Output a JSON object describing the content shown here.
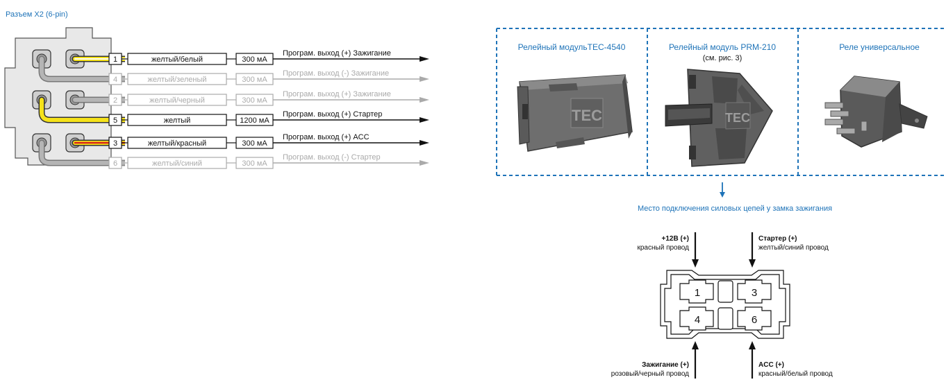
{
  "connector": {
    "title": "Разъем  X2 (6-pin)",
    "rows": [
      {
        "pin": "1",
        "wire": "желтый/белый",
        "current": "300 мА",
        "label": "Програм. выход (+) Зажигание",
        "active": true,
        "wire_color": "#f5e21a",
        "stripe_color": "#ffffff"
      },
      {
        "pin": "4",
        "wire": "желтый/зеленый",
        "current": "300 мА",
        "label": "Програм. выход (-)  Зажигание",
        "active": false,
        "wire_color": "#aaaaaa",
        "stripe_color": "#cfcfcf"
      },
      {
        "pin": "2",
        "wire": "желтый/черный",
        "current": "300 мА",
        "label": "Програм. выход (+) Зажигание",
        "active": false,
        "wire_color": "#aaaaaa",
        "stripe_color": "#cfcfcf"
      },
      {
        "pin": "5",
        "wire": "желтый",
        "current": "1200 мА",
        "label": "Програм. выход (+)  Стартер",
        "active": true,
        "wire_color": "#f5e21a",
        "stripe_color": "#f5e21a"
      },
      {
        "pin": "3",
        "wire": "желтый/красный",
        "current": "300 мА",
        "label": "Програм. выход (+)  ACC",
        "active": true,
        "wire_color": "#f5e21a",
        "stripe_color": "#d8231c"
      },
      {
        "pin": "6",
        "wire": "желтый/синий",
        "current": "300 мА",
        "label": "Програм. выход (-)  Стартер",
        "active": false,
        "wire_color": "#aaaaaa",
        "stripe_color": "#cfcfcf"
      }
    ]
  },
  "modules": {
    "m1": {
      "title": "Релейный модульTEC-4540"
    },
    "m2": {
      "title": "Релейный модуль PRM-210",
      "subtitle": "(см. рис. 3)"
    },
    "m3": {
      "title": "Реле универсальное"
    },
    "logo_text": "TEC"
  },
  "ignition": {
    "caption": "Место подключения силовых цепей у замка зажигания",
    "pins": [
      "1",
      "3",
      "4",
      "6"
    ],
    "top_left": {
      "title": "+12В (+)",
      "desc": "красный провод"
    },
    "top_right": {
      "title": "Стартер (+)",
      "desc": "желтый/синий провод"
    },
    "bottom_left": {
      "title": "Зажигание (+)",
      "desc": "розовый/черный провод"
    },
    "bottom_right": {
      "title": "ACC (+)",
      "desc": "красный/белый провод"
    }
  },
  "colors": {
    "accent": "#1e73b8",
    "active": "#111111",
    "inactive": "#aaaaaa",
    "yellow": "#f5e21a",
    "red": "#d8231c"
  }
}
